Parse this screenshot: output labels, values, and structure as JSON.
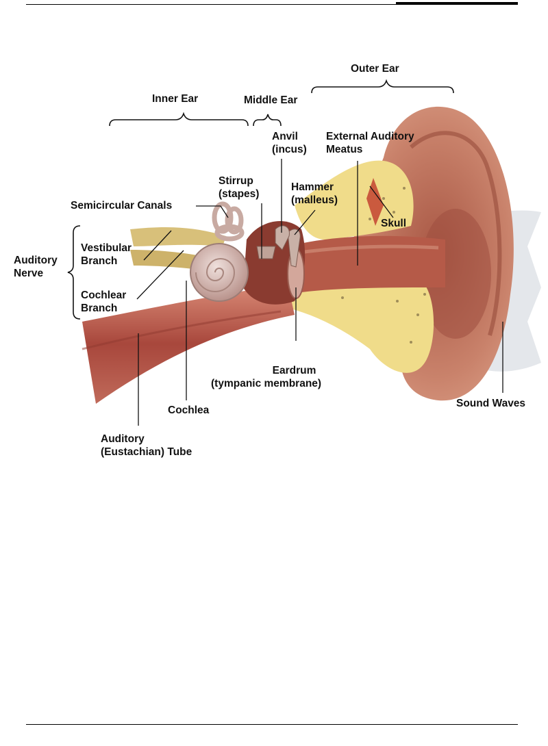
{
  "diagram": {
    "labels": {
      "outer_ear": "Outer Ear",
      "inner_ear": "Inner Ear",
      "middle_ear": "Middle Ear",
      "anvil": [
        "Anvil",
        "(incus)"
      ],
      "external_auditory_meatus": [
        "External Auditory",
        "Meatus"
      ],
      "stirrup": [
        "Stirrup",
        "(stapes)"
      ],
      "hammer": [
        "Hammer",
        "(malleus)"
      ],
      "semicircular_canals": "Semicircular Canals",
      "skull": "Skull",
      "auditory_nerve": [
        "Auditory",
        "Nerve"
      ],
      "vestibular_branch": [
        "Vestibular",
        "Branch"
      ],
      "cochlear_branch": [
        "Cochlear",
        "Branch"
      ],
      "eardrum": [
        "Eardrum",
        "(tympanic membrane)"
      ],
      "cochlea": "Cochlea",
      "sound_waves": "Sound Waves",
      "auditory_tube": [
        "Auditory",
        "(Eustachian) Tube"
      ]
    }
  }
}
